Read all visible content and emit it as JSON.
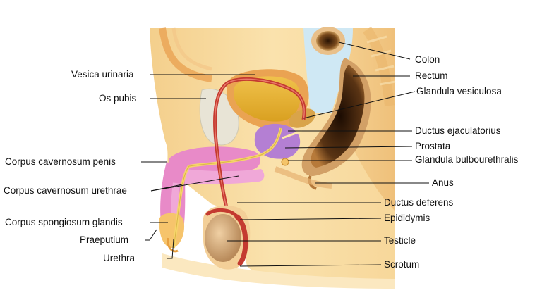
{
  "labels": {
    "colon": "Colon",
    "rectum": "Rectum",
    "glandula_vesiculosa": "Glandula vesiculosa",
    "ductus_ejaculatorius": "Ductus ejaculatorius",
    "prostata": "Prostata",
    "glandula_bulbourethralis": "Glandula bulbourethralis",
    "anus": "Anus",
    "ductus_deferens": "Ductus deferens",
    "epididymis": "Epididymis",
    "testicle": "Testicle",
    "scrotum": "Scrotum",
    "vesica_urinaria": "Vesica urinaria",
    "os_pubis": "Os pubis",
    "corpus_cavernosum_penis": "Corpus cavernosum penis",
    "corpus_cavernosum_urethrae": "Corpus cavernosum urethrae",
    "corpus_spongiosum_glandis": "Corpus spongiosum glandis",
    "praeputium": "Praeputium",
    "urethra": "Urethra"
  },
  "colors": {
    "skin": "#f9dfa6",
    "skin_deep": "#f2c27a",
    "bone": "#e8e4d6",
    "bladder": "#e6b437",
    "bladder_wall": "#eaa352",
    "prostate": "#b47fd3",
    "cavernous": "#e88ac8",
    "cavernous_deep": "#d45fb0",
    "rectum": "#3a200a",
    "background_blue": "#cfe8f4",
    "vessel": "#c43a30",
    "testis": "#d8b48a",
    "leader": "#111111"
  }
}
